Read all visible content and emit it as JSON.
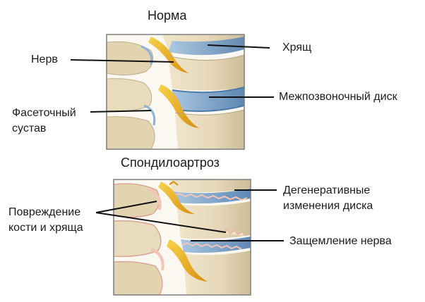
{
  "panels": {
    "normal": {
      "title": "Норма",
      "labels": {
        "nerve": "Нерв",
        "cartilage": "Хрящ",
        "disc": "Межпозвоночный диск",
        "facet_joint": [
          "Фасеточный",
          "сустав"
        ]
      }
    },
    "spondyloarthrosis": {
      "title": "Спондилоартроз",
      "labels": {
        "bone_damage": [
          "Повреждение",
          "кости и хряща"
        ],
        "disc_degeneration": [
          "Дегенеративные",
          "изменения диска"
        ],
        "nerve_pinch": "Защемление нерва"
      }
    }
  },
  "colors": {
    "bone": "#e8dcc0",
    "bone_shadow": "#c8b893",
    "disc": "#8fb3d6",
    "disc_dark": "#5f87b2",
    "nerve": "#f2b821",
    "nerve_dark": "#d98f12",
    "damage": "#f4c4b8",
    "leader": "#111111",
    "frame": "#7d7d7d"
  }
}
